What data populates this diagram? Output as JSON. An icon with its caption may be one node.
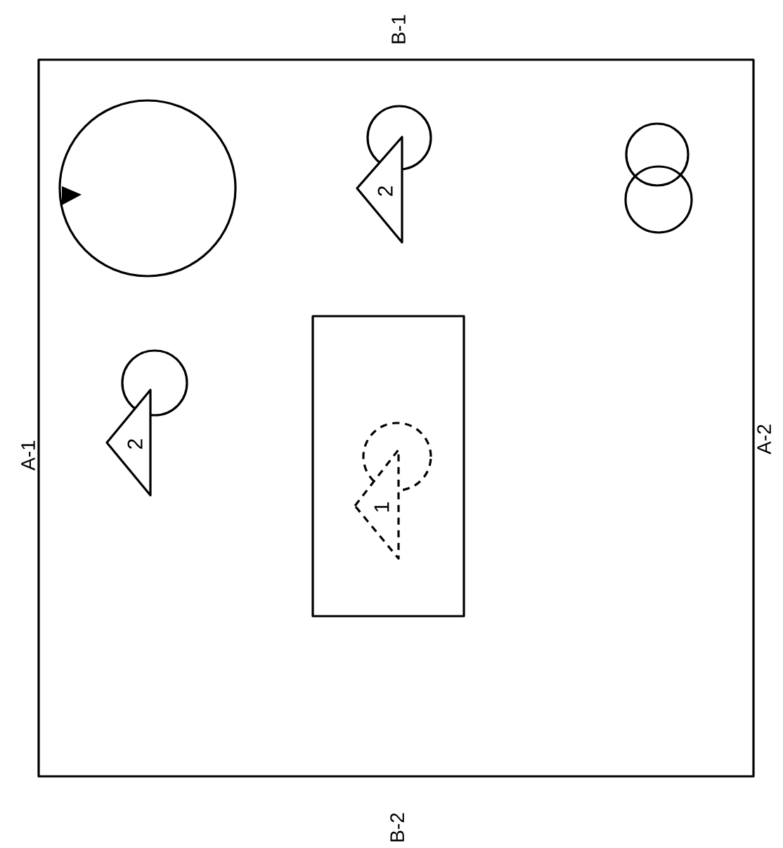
{
  "diagram": {
    "nodes": [
      {
        "text": [],
        "shape": "box"
      },
      {
        "text": [],
        "shape": "circle",
        "in": 0
      },
      {
        "text": [],
        "shape": "circle",
        "in": 0
      },
      {
        "text": [
          "2"
        ],
        "in": 0
      },
      {
        "text": [],
        "shape": "circle",
        "in": 0
      },
      {
        "text": [],
        "shape": "circle",
        "in": 0
      },
      {
        "text": [],
        "shape": "circle",
        "in": 0
      },
      {
        "text": [
          "2"
        ],
        "in": 0
      },
      {
        "text": [],
        "shape": "box",
        "in": 0
      },
      {
        "text": [],
        "shape": "circle",
        "in": 8
      },
      {
        "text": [
          "1"
        ],
        "in": 8
      }
    ],
    "edges": [],
    "labels": [
      "B-1",
      "A-1",
      "A-2",
      "B-2"
    ]
  }
}
